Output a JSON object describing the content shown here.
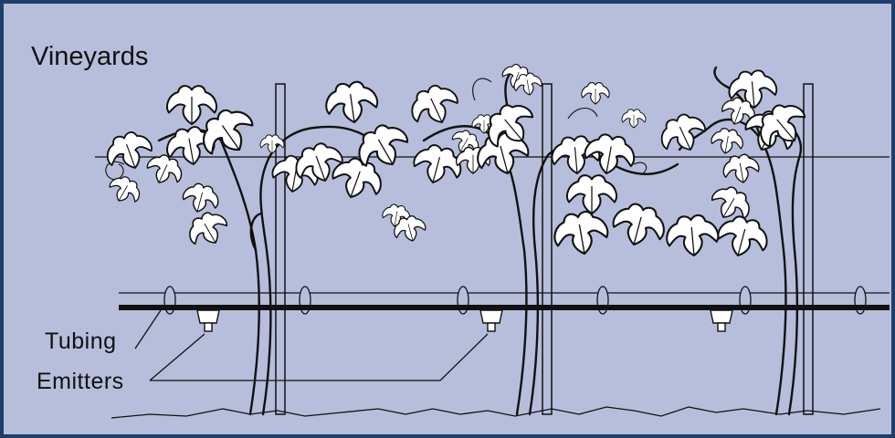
{
  "title": "Vineyards",
  "labels": {
    "tubing": "Tubing",
    "emitters": "Emitters"
  },
  "colors": {
    "background": "#b6bedb",
    "border": "#1f3f6b",
    "stroke": "#111111",
    "leaf_fill": "#ffffff",
    "label_text": "#111111"
  },
  "icons": {
    "vine": "grapevine-icon",
    "leaf": "grape-leaf-icon",
    "post": "trellis-post-icon",
    "emitter": "drip-emitter-icon",
    "clip": "wire-clip-icon"
  }
}
